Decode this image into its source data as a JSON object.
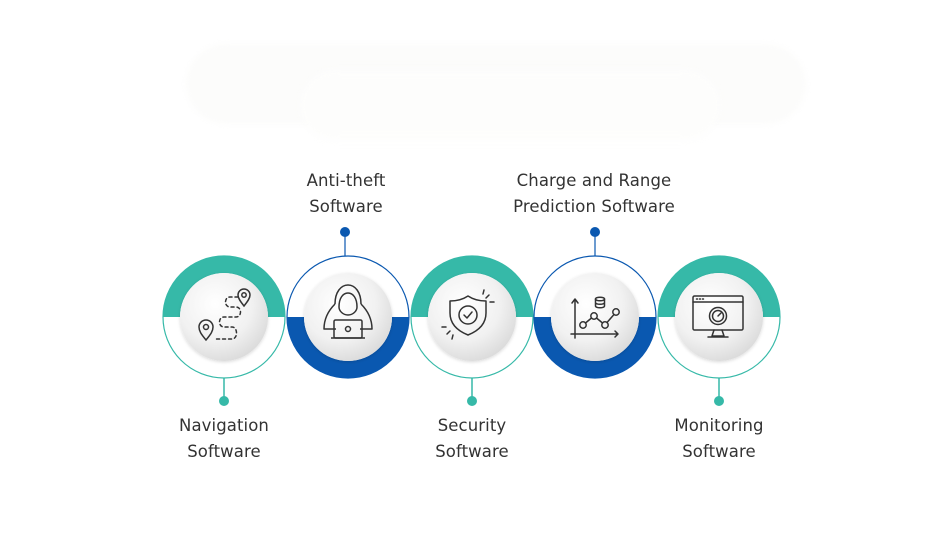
{
  "diagram": {
    "colors": {
      "teal": "#36b9a8",
      "blue": "#0a58b0",
      "icon_stroke": "#333333",
      "disc_light": "#fafafa",
      "disc_dark": "#dcdcdc"
    },
    "nodes": [
      {
        "id": "navigation",
        "line1": "Navigation",
        "line2": "Software",
        "icon": "route-map-pin-icon",
        "accent": "teal",
        "label_position": "below"
      },
      {
        "id": "anti-theft",
        "line1": "Anti-theft",
        "line2": "Software",
        "icon": "hooded-hacker-laptop-icon",
        "accent": "blue",
        "label_position": "above"
      },
      {
        "id": "security",
        "line1": "Security",
        "line2": "Software",
        "icon": "shield-check-icon",
        "accent": "teal",
        "label_position": "below"
      },
      {
        "id": "charge-range",
        "line1": "Charge and Range",
        "line2": "Prediction Software",
        "icon": "chart-database-icon",
        "accent": "blue",
        "label_position": "above"
      },
      {
        "id": "monitoring",
        "line1": "Monitoring",
        "line2": "Software",
        "icon": "monitor-gauge-icon",
        "accent": "teal",
        "label_position": "below"
      }
    ]
  }
}
